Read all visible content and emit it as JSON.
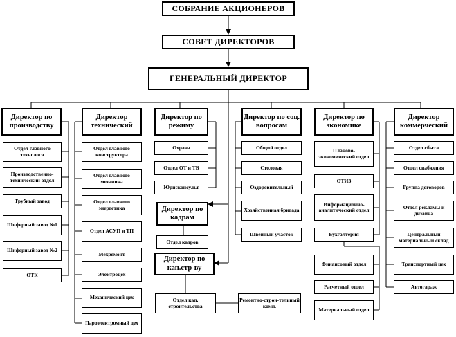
{
  "top": {
    "shareholders": "СОБРАНИЕ АКЦИОНЕРОВ",
    "board": "СОВЕТ ДИРЕКТОРОВ",
    "general": "ГЕНЕРАЛЬНЫЙ ДИРЕКТОР"
  },
  "production": {
    "title": "Директор по производству",
    "items": [
      "Отдел главного технолога",
      "Производственно-технический отдел",
      "Трубный завод",
      "Шиферный завод №1",
      "Шиферный завод №2",
      "ОТК"
    ]
  },
  "technical": {
    "title": "Директор технический",
    "items": [
      "Отдел главного конструктора",
      "Отдел главного механика",
      "Отдел главного энергетика",
      "Отдел АСУП и ТП",
      "Мехремонт",
      "Электроцех",
      "Механический цех",
      "Пароэлектромный цех"
    ]
  },
  "regime": {
    "title": "Директор по режиму",
    "items": [
      "Охрана",
      "Отдел ОТ и ТБ",
      "Юрисконсульт"
    ]
  },
  "hr": {
    "title": "Директор по кадрам",
    "items": [
      "Отдел кадров"
    ]
  },
  "capital": {
    "title": "Директор по кап.стр-ву",
    "items": [
      "Отдел кап. строительства",
      "Ремонтно-строи-тельный комп."
    ]
  },
  "social": {
    "title": "Директор по соц. вопросам",
    "items": [
      "Общий отдел",
      "Столовая",
      "Оздоровительный",
      "Хозяйственная бригада",
      "Швейный участок"
    ]
  },
  "economics": {
    "title": "Директор по экономике",
    "items": [
      "Планово-экономический отдел",
      "ОТИЗ",
      "Информационно-аналитический отдел",
      "Бухгалтерия",
      "Финансовый отдел",
      "Расчетный отдел",
      "Материальный отдел"
    ]
  },
  "commercial": {
    "title": "Директор коммерческий",
    "items": [
      "Отдел сбыта",
      "Отдел снабжения",
      "Группа договоров",
      "Отдел рекламы и дизайна",
      "Центральный материальный склад",
      "Транспортный цех",
      "Автогараж"
    ]
  }
}
